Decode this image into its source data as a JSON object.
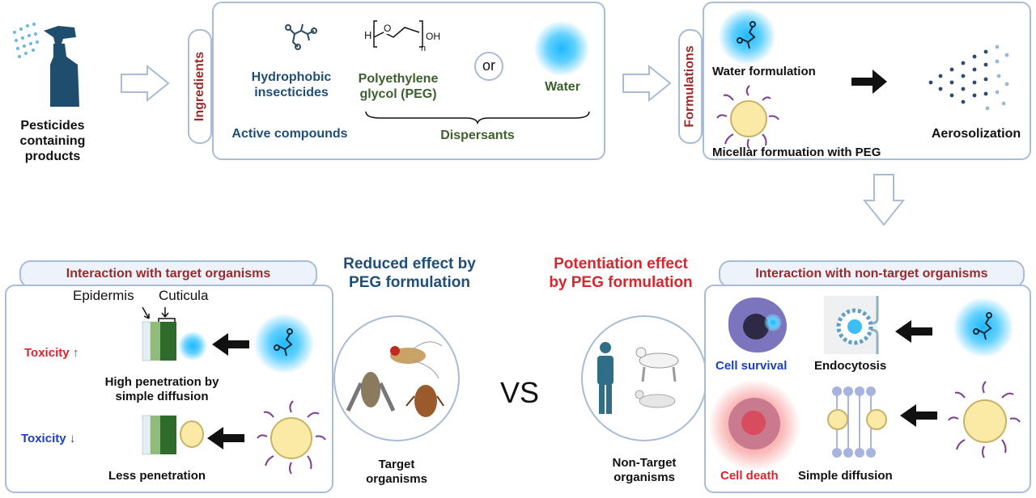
{
  "top": {
    "product_label": "Pesticides\ncontaining products",
    "ingredients_tab": "Ingredients",
    "insecticides_label": "Hydrophobic\ninsecticides",
    "active_label": "Active compounds",
    "peg_label": "Polyethylene\nglycol (PEG)",
    "or_label": "or",
    "water_label": "Water",
    "dispersants_label": "Dispersants",
    "peg_formula_h": "H",
    "peg_formula_o": "O",
    "peg_formula_oh": "OH",
    "peg_formula_n": "n",
    "formulations_tab": "Formulations",
    "water_formulation_label": "Water formulation",
    "micellar_label": "Micellar formuation with PEG",
    "aerosolization_label": "Aerosolization"
  },
  "left": {
    "tab": "Interaction with target organisms",
    "epidermis_label": "Epidermis",
    "cuticula_label": "Cuticula",
    "toxicity_up": "Toxicity ↑",
    "high_penetration": "High penetration by\nsimple diffusion",
    "toxicity_down": "Toxicity ↓",
    "less_penetration": "Less penetration"
  },
  "center": {
    "reduced_effect": "Reduced effect by\nPEG formulation",
    "target_organisms": "Target\norganisms",
    "vs": "VS",
    "potentiation_effect": "Potentiation effect\nby PEG formulation",
    "nontarget_organisms": "Non-Target\norganisms"
  },
  "right": {
    "tab": "Interaction with non-target organisms",
    "cell_survival": "Cell survival",
    "endocytosis": "Endocytosis",
    "cell_death": "Cell death",
    "simple_diffusion": "Simple diffusion"
  },
  "colors": {
    "panel_border": "#a9bcd6",
    "tab_text": "#9b2a2a",
    "blue_text": "#1f4e79",
    "green_text": "#3d5f2e",
    "red_text": "#d8262e",
    "royal_text": "#1b3fc4"
  }
}
